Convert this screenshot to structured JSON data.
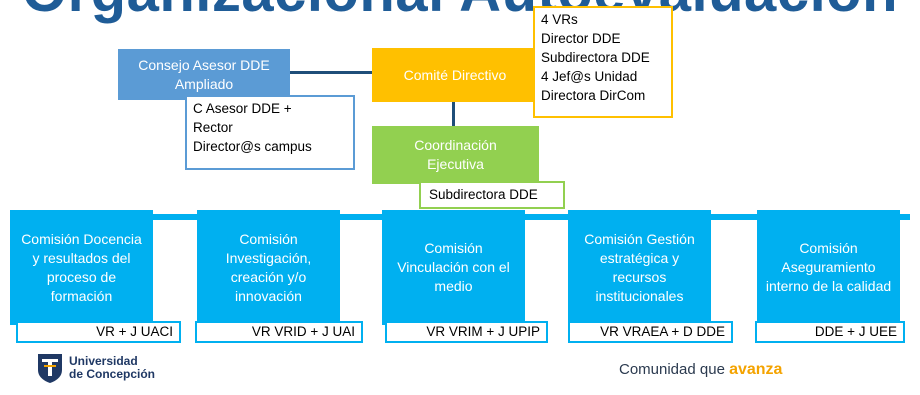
{
  "title": "Organizacional Autoevaluación",
  "consejo": {
    "label": "Consejo Asesor DDE Ampliado",
    "note": "C Asesor DDE +\nRector\nDirector@s campus",
    "color": "#5b9bd5"
  },
  "comite": {
    "label": "Comité Directivo",
    "note": "4 VRs\nDirector DDE\nSubdirectora DDE\n4 Jef@s Unidad\nDirectora DirCom",
    "color": "#ffc000"
  },
  "coordinacion": {
    "label": "Coordinación Ejecutiva",
    "note": "Subdirectora DDE",
    "color": "#92d050"
  },
  "comisiones": [
    {
      "label": "Comisión Docencia y resultados del proceso de formación",
      "lead": "VR + J UACI"
    },
    {
      "label": "Comisión Investigación, creación y/o innovación",
      "lead": "VR VRID + J UAI"
    },
    {
      "label": "Comisión Vinculación con el medio",
      "lead": "VR VRIM + J UPIP"
    },
    {
      "label": "Comisión Gestión estratégica y recursos institucionales",
      "lead": "VR VRAEA + D DDE"
    },
    {
      "label": "Comisión Aseguramiento interno de la calidad",
      "lead": "DDE + J UEE"
    }
  ],
  "commission_color": "#00b0f0",
  "logo": {
    "line1": "Universidad",
    "line2": "de Concepción"
  },
  "tagline": {
    "prefix": "Comunidad que ",
    "highlight": "avanza"
  }
}
